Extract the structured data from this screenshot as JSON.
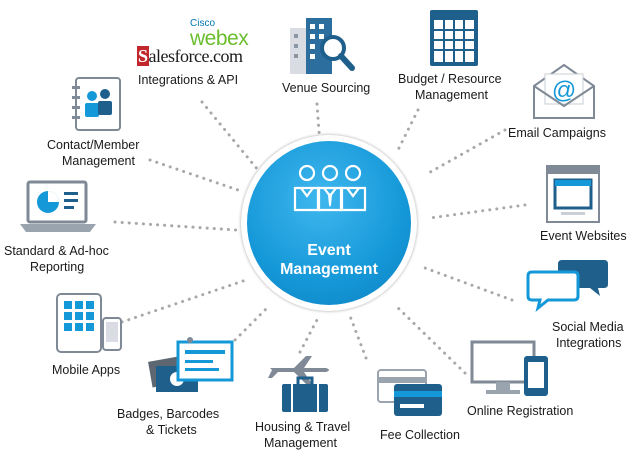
{
  "logos": {
    "cisco": "Cisco",
    "webex": "webex",
    "salesforce": "alesforce.com",
    "salesforce_mark": "S"
  },
  "hub": {
    "line1": "Event",
    "line2": "Management"
  },
  "items": [
    {
      "label": "Integrations & API"
    },
    {
      "label": "Venue Sourcing"
    },
    {
      "line1": "Budget / Resource",
      "line2": "Management"
    },
    {
      "label": "Email Campaigns"
    },
    {
      "line1": "Contact/Member",
      "line2": "Management"
    },
    {
      "label": "Event Websites"
    },
    {
      "line1": "Standard & Ad-hoc",
      "line2": "Reporting"
    },
    {
      "line1": "Social Media",
      "line2": "Integrations"
    },
    {
      "label": "Mobile Apps"
    },
    {
      "label": "Online Registration"
    },
    {
      "line1": "Badges, Barcodes",
      "line2": "& Tickets"
    },
    {
      "line1": "Housing & Travel",
      "line2": "Management"
    },
    {
      "label": "Fee Collection"
    }
  ],
  "colors": {
    "accent": "#1598d8",
    "icon": "#1f5f8c",
    "dots": "#a8a8a8"
  },
  "icons": [
    "webex-logo",
    "salesforce-logo",
    "building-search-icon",
    "calendar-sheet-icon",
    "email-at-icon",
    "address-book-icon",
    "browser-window-icon",
    "laptop-pie-chart-icon",
    "speech-bubbles-icon",
    "tablet-phone-icon",
    "desktop-phone-icon",
    "money-badge-icon",
    "plane-suitcase-icon",
    "credit-card-icon",
    "people-icon"
  ]
}
